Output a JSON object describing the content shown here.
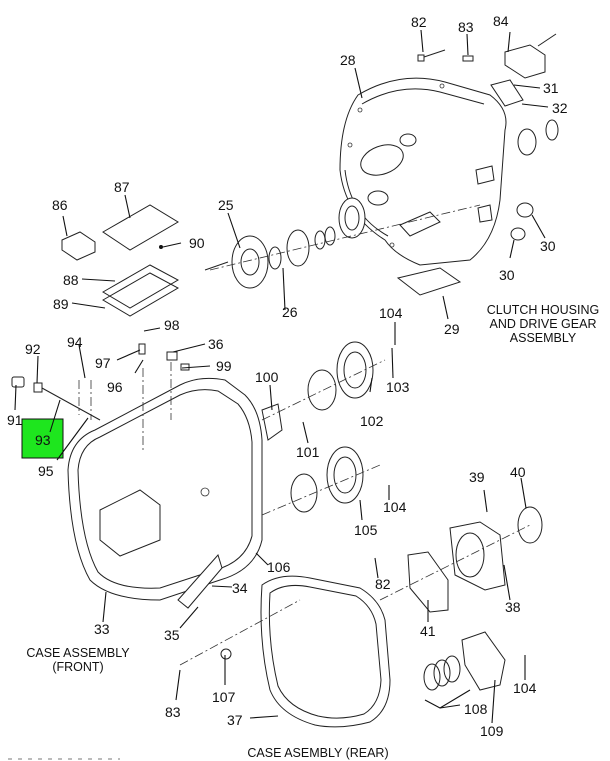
{
  "diagram": {
    "title": "Transmission case exploded parts diagram",
    "highlight_color": "#1ee61e",
    "highlighted_callout": "93",
    "captions": {
      "clutch_housing": [
        "CLUTCH HOUSING",
        "AND DRIVE GEAR",
        "ASSEMBLY"
      ],
      "case_front": [
        "CASE ASSEMBLY",
        "(FRONT)"
      ],
      "case_rear": "CASE ASEMBLY (REAR)"
    },
    "callouts": [
      {
        "id": "c82a",
        "label": "82"
      },
      {
        "id": "c83a",
        "label": "83"
      },
      {
        "id": "c84",
        "label": "84"
      },
      {
        "id": "c28",
        "label": "28"
      },
      {
        "id": "c31",
        "label": "31"
      },
      {
        "id": "c32",
        "label": "32"
      },
      {
        "id": "c30a",
        "label": "30"
      },
      {
        "id": "c30b",
        "label": "30"
      },
      {
        "id": "c86",
        "label": "86"
      },
      {
        "id": "c87",
        "label": "87"
      },
      {
        "id": "c25",
        "label": "25"
      },
      {
        "id": "c90",
        "label": "90"
      },
      {
        "id": "c88",
        "label": "88"
      },
      {
        "id": "c89",
        "label": "89"
      },
      {
        "id": "c26",
        "label": "26"
      },
      {
        "id": "c29",
        "label": "29"
      },
      {
        "id": "c104a",
        "label": "104"
      },
      {
        "id": "c98",
        "label": "98"
      },
      {
        "id": "c92",
        "label": "92"
      },
      {
        "id": "c94",
        "label": "94"
      },
      {
        "id": "c36",
        "label": "36"
      },
      {
        "id": "c97",
        "label": "97"
      },
      {
        "id": "c99",
        "label": "99"
      },
      {
        "id": "c103",
        "label": "103"
      },
      {
        "id": "c96",
        "label": "96"
      },
      {
        "id": "c100",
        "label": "100"
      },
      {
        "id": "c91",
        "label": "91"
      },
      {
        "id": "c93",
        "label": "93"
      },
      {
        "id": "c102",
        "label": "102"
      },
      {
        "id": "c101",
        "label": "101"
      },
      {
        "id": "c95",
        "label": "95"
      },
      {
        "id": "c39",
        "label": "39"
      },
      {
        "id": "c40",
        "label": "40"
      },
      {
        "id": "c104b",
        "label": "104"
      },
      {
        "id": "c105",
        "label": "105"
      },
      {
        "id": "c38",
        "label": "38"
      },
      {
        "id": "c106",
        "label": "106"
      },
      {
        "id": "c82b",
        "label": "82"
      },
      {
        "id": "c34",
        "label": "34"
      },
      {
        "id": "c41",
        "label": "41"
      },
      {
        "id": "c33",
        "label": "33"
      },
      {
        "id": "c35",
        "label": "35"
      },
      {
        "id": "c104c",
        "label": "104"
      },
      {
        "id": "c107",
        "label": "107"
      },
      {
        "id": "c83b",
        "label": "83"
      },
      {
        "id": "c108",
        "label": "108"
      },
      {
        "id": "c37",
        "label": "37"
      },
      {
        "id": "c109",
        "label": "109"
      }
    ]
  }
}
